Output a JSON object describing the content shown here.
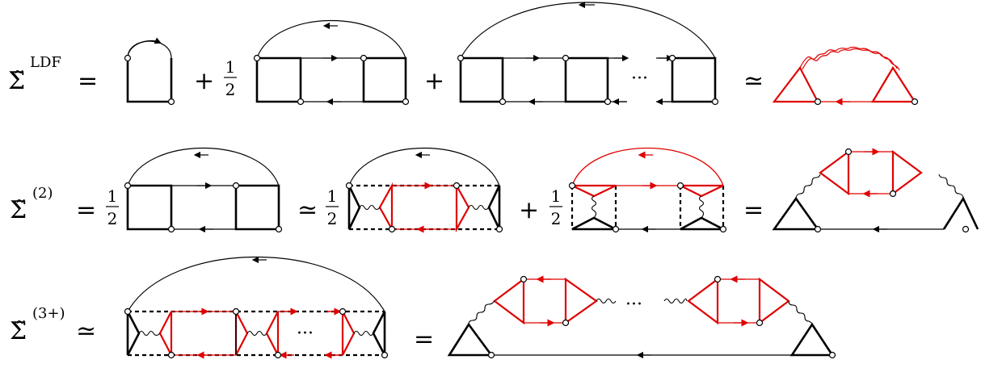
{
  "equations": [
    {
      "id": "ldf",
      "lhs": {
        "symbol": "Σ̃",
        "superscript": "LDF",
        "relation": "="
      },
      "terms": [
        {
          "prefix": ""
        },
        {
          "prefix": "+",
          "coefficient": {
            "numerator": "1",
            "denominator": "2"
          }
        },
        {
          "prefix": "+",
          "ellipsis": "···"
        },
        {
          "prefix": "≃"
        }
      ]
    },
    {
      "id": "second-order",
      "lhs": {
        "symbol": "Σ̃",
        "superscript": "(2)",
        "relation": "="
      },
      "terms": [
        {
          "prefix": "",
          "coefficient": {
            "numerator": "1",
            "denominator": "2"
          }
        },
        {
          "prefix": "≃",
          "coefficient": {
            "numerator": "1",
            "denominator": "2"
          }
        },
        {
          "prefix": "+",
          "coefficient": {
            "numerator": "1",
            "denominator": "2"
          }
        },
        {
          "prefix": "="
        }
      ]
    },
    {
      "id": "third-plus",
      "lhs": {
        "symbol": "Σ̃",
        "superscript": "(3+)",
        "relation": "≃"
      },
      "terms": [
        {
          "prefix": "",
          "ellipsis": "···"
        },
        {
          "prefix": "=",
          "ellipsis": "···"
        }
      ]
    }
  ],
  "colors": {
    "highlight": "#e00000",
    "ink": "#000000",
    "background": "#ffffff"
  }
}
